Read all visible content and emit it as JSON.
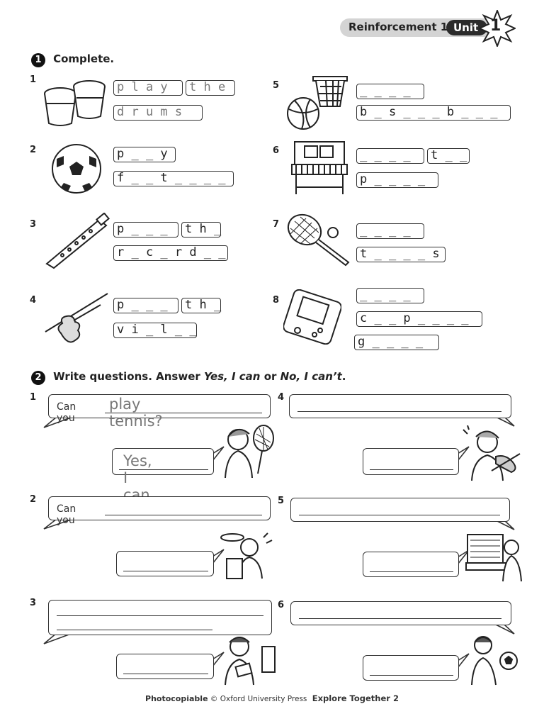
{
  "header": {
    "title": "Reinforcement 1",
    "unit_label": "Unit",
    "unit_number": "1"
  },
  "section1": {
    "number": "1",
    "title": "Complete.",
    "items": [
      {
        "n": "1",
        "picture": "drums-icon",
        "lines": [
          [
            "p l a y",
            "t h e"
          ],
          [
            "d r u m s"
          ]
        ]
      },
      {
        "n": "2",
        "picture": "football-icon",
        "lines": [
          [
            "p _ _ y"
          ],
          [
            "f _ _ t _ _ _ _"
          ]
        ]
      },
      {
        "n": "3",
        "picture": "recorder-icon",
        "lines": [
          [
            "p _ _ _",
            "t h _"
          ],
          [
            "r _ c _ r d _ _"
          ]
        ]
      },
      {
        "n": "4",
        "picture": "violin-icon",
        "lines": [
          [
            "p _ _ _",
            "t h _"
          ],
          [
            "v i _ l _ _"
          ]
        ]
      },
      {
        "n": "5",
        "picture": "basketball-icon",
        "lines": [
          [
            "_ _ _ _"
          ],
          [
            "b _ s _ _ _ b _ _ _"
          ]
        ]
      },
      {
        "n": "6",
        "picture": "piano-icon",
        "lines": [
          [
            "_ _ _ _",
            "t _ _"
          ],
          [
            "p _ _ _ _"
          ]
        ]
      },
      {
        "n": "7",
        "picture": "tennis-racket-icon",
        "lines": [
          [
            "_ _ _ _"
          ],
          [
            "t _ _ _ _ s"
          ]
        ]
      },
      {
        "n": "8",
        "picture": "computer-game-icon",
        "lines": [
          [
            "_ _ _ _"
          ],
          [
            "c _ _ p _ _ _ _"
          ],
          [
            "g _ _ _ _"
          ]
        ]
      }
    ]
  },
  "section2": {
    "number": "2",
    "title_prefix": "Write questions. Answer ",
    "title_yes": "Yes, I can",
    "title_or": " or ",
    "title_no": "No, I can’t",
    "title_end": ".",
    "items": [
      {
        "n": "1",
        "prompt": "Can you",
        "question_answer": "play tennis?",
        "answer": "Yes, I can."
      },
      {
        "n": "2",
        "prompt": "Can you",
        "question_answer": "",
        "answer": ""
      },
      {
        "n": "3",
        "prompt": "",
        "question_answer": "",
        "answer": ""
      },
      {
        "n": "4",
        "prompt": "",
        "question_answer": "",
        "answer": ""
      },
      {
        "n": "5",
        "prompt": "",
        "question_answer": "",
        "answer": ""
      },
      {
        "n": "6",
        "prompt": "",
        "question_answer": "",
        "answer": ""
      }
    ]
  },
  "footer": {
    "photocopiable": "Photocopiable",
    "copyright": "© Oxford University Press",
    "book": "Explore Together 2"
  }
}
